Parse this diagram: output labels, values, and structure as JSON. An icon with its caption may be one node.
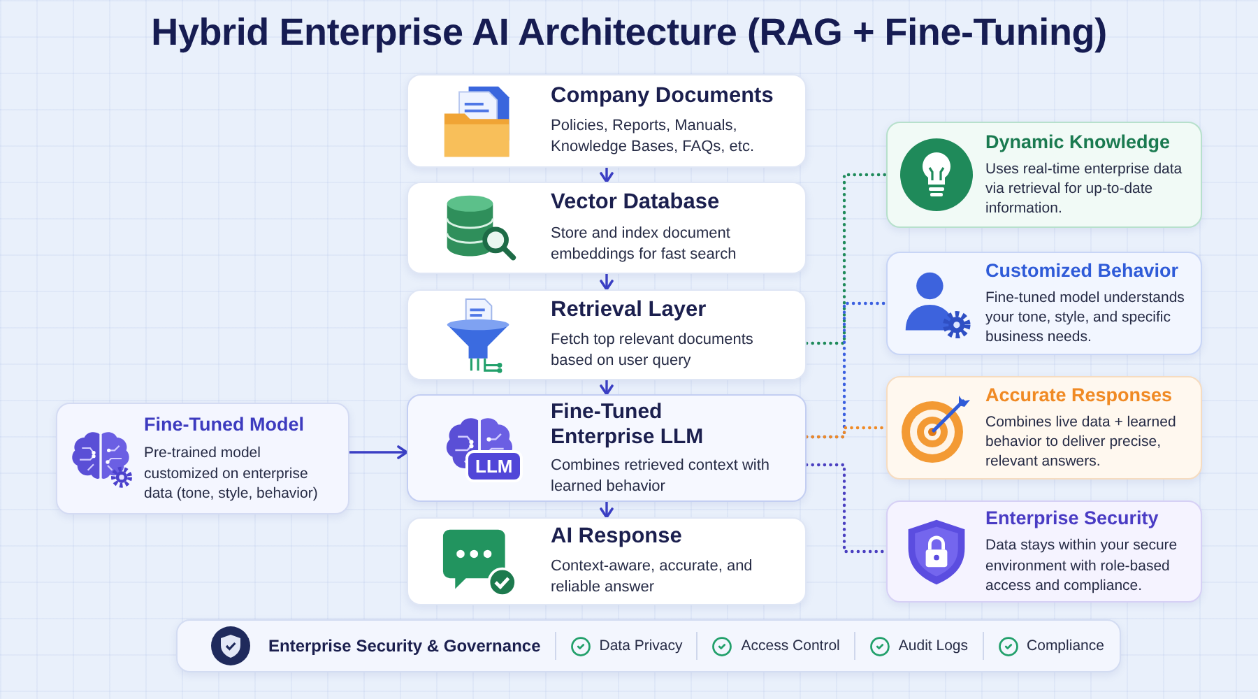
{
  "diagram": {
    "title": "Hybrid Enterprise AI Architecture (RAG + Fine-Tuning)",
    "nodes": [
      {
        "text": [
          "Company Documents",
          "Policies, Reports, Manuals, Knowledge Bases, FAQs, etc."
        ]
      },
      {
        "text": [
          "Vector Database",
          "Store and index document embeddings for fast search"
        ]
      },
      {
        "text": [
          "Retrieval Layer",
          "Fetch top relevant documents based on user query"
        ]
      },
      {
        "text": [
          "Fine-Tuned Enterprise LLM",
          "Combines retrieved context with learned behavior"
        ]
      },
      {
        "text": [
          "AI Response",
          "Context-aware, accurate, and reliable answer"
        ]
      },
      {
        "text": [
          "Fine-Tuned Model",
          "Pre-trained model customized on enterprise data (tone, style, behavior)"
        ]
      },
      {
        "text": [
          "Dynamic Knowledge",
          "Uses real-time enterprise data via retrieval for up-to-date information."
        ]
      },
      {
        "text": [
          "Customized Behavior",
          "Fine-tuned model understands your tone, style, and specific business needs."
        ]
      },
      {
        "text": [
          "Accurate Responses",
          "Combines live data + learned behavior to deliver precise, relevant answers."
        ]
      },
      {
        "text": [
          "Enterprise Security",
          "Data stays within your secure environment with role-based access and compliance."
        ]
      },
      {
        "text": [
          "Enterprise Security & Governance",
          "Data Privacy",
          "Access Control",
          "Audit Logs",
          "Compliance"
        ]
      }
    ],
    "edges": [
      {
        "from": 0,
        "to": 1,
        "arrow": "to"
      },
      {
        "from": 1,
        "to": 2,
        "arrow": "to"
      },
      {
        "from": 2,
        "to": 3,
        "arrow": "to"
      },
      {
        "from": 3,
        "to": 4,
        "arrow": "to"
      },
      {
        "from": 5,
        "to": 3,
        "arrow": "to"
      },
      {
        "from": 2,
        "to": 6,
        "arrow": "none",
        "style": "dashed",
        "color": "#1e8a5a"
      },
      {
        "from": 3,
        "to": 7,
        "arrow": "none",
        "style": "dashed",
        "color": "#3a5fe0"
      },
      {
        "from": 3,
        "to": 8,
        "arrow": "none",
        "style": "dashed",
        "color": "#f08a24"
      },
      {
        "from": 3,
        "to": 9,
        "arrow": "none",
        "style": "dashed",
        "color": "#4a3fc0"
      }
    ],
    "labels": [
      "LLM"
    ]
  }
}
